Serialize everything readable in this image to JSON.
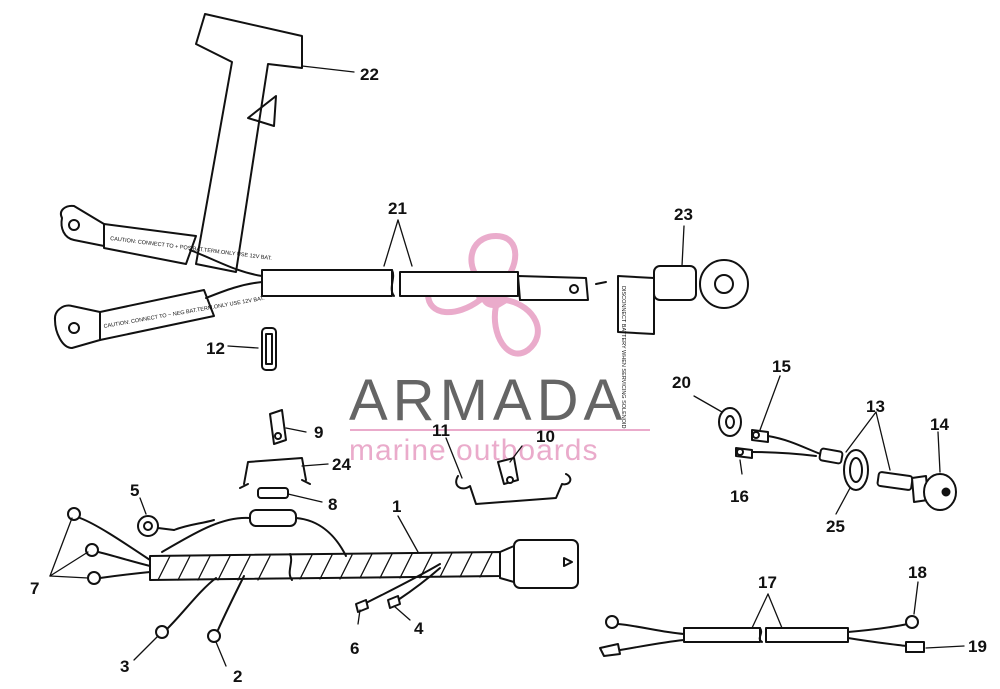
{
  "diagram": {
    "callouts": [
      "1",
      "2",
      "3",
      "4",
      "5",
      "6",
      "7",
      "8",
      "9",
      "10",
      "11",
      "12",
      "13",
      "14",
      "15",
      "16",
      "17",
      "18",
      "19",
      "20",
      "21",
      "22",
      "23",
      "24",
      "25"
    ],
    "watermark": {
      "brand": "ARMADA",
      "tagline": "marine outboards",
      "color": "#e8a3c6",
      "text_color": "#555555"
    },
    "tags": {
      "caution_upper": "CAUTION: CONNECT TO + POS BAT.TERM.ONLY USE 12V BAT.",
      "caution_lower": "CAUTION: CONNECT TO − NEG BAT.TERM.ONLY USE 12V BAT.",
      "disconnect": "DISCONNECT BATTERY WHEN SERVICING SOLENOID"
    }
  }
}
